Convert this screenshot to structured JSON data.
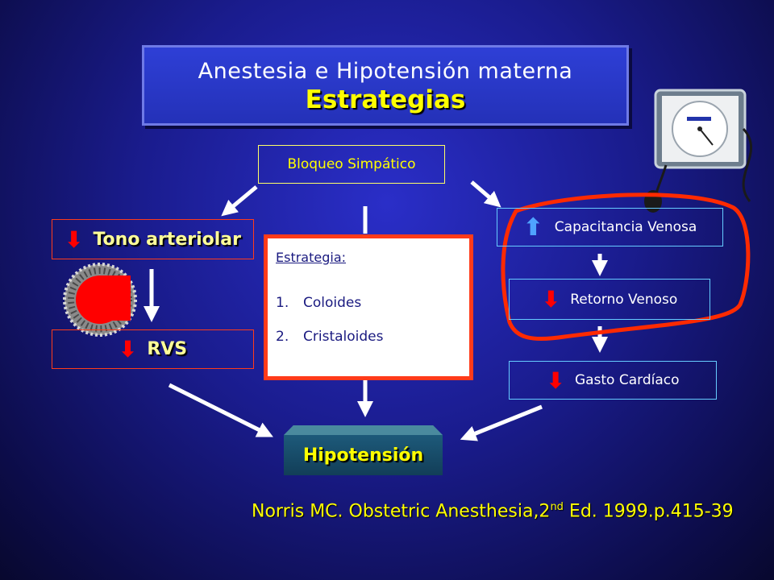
{
  "title": {
    "line1": "Anestesia e Hipotensión materna",
    "line2": "Estrategias"
  },
  "nodes": {
    "bloqueo": "Bloqueo Simpático",
    "tono": "Tono arteriolar",
    "rvs": "RVS",
    "capacitancia": "Capacitancia Venosa",
    "retorno": "Retorno Venoso",
    "gasto": "Gasto Cardíaco",
    "hipotension": "Hipotensión"
  },
  "strategy": {
    "heading": "Estrategia:",
    "items": [
      {
        "num": "1.",
        "label": "Coloides"
      },
      {
        "num": "2.",
        "label": "Cristaloides"
      }
    ]
  },
  "citation": {
    "text_before": "Norris MC. Obstetric Anesthesia,2",
    "superscript": "nd",
    "text_after": " Ed. 1999.p.415-39"
  },
  "glyphs": {
    "down_arrow": "⬇",
    "up_arrow": "⬆"
  },
  "colors": {
    "accent_yellow": "#ffff00",
    "alert_red": "#ff0000",
    "box_red_border": "#ff3b1a",
    "box_blue_border": "#66ccff",
    "highlight_ellipse": "#ff2a00"
  }
}
